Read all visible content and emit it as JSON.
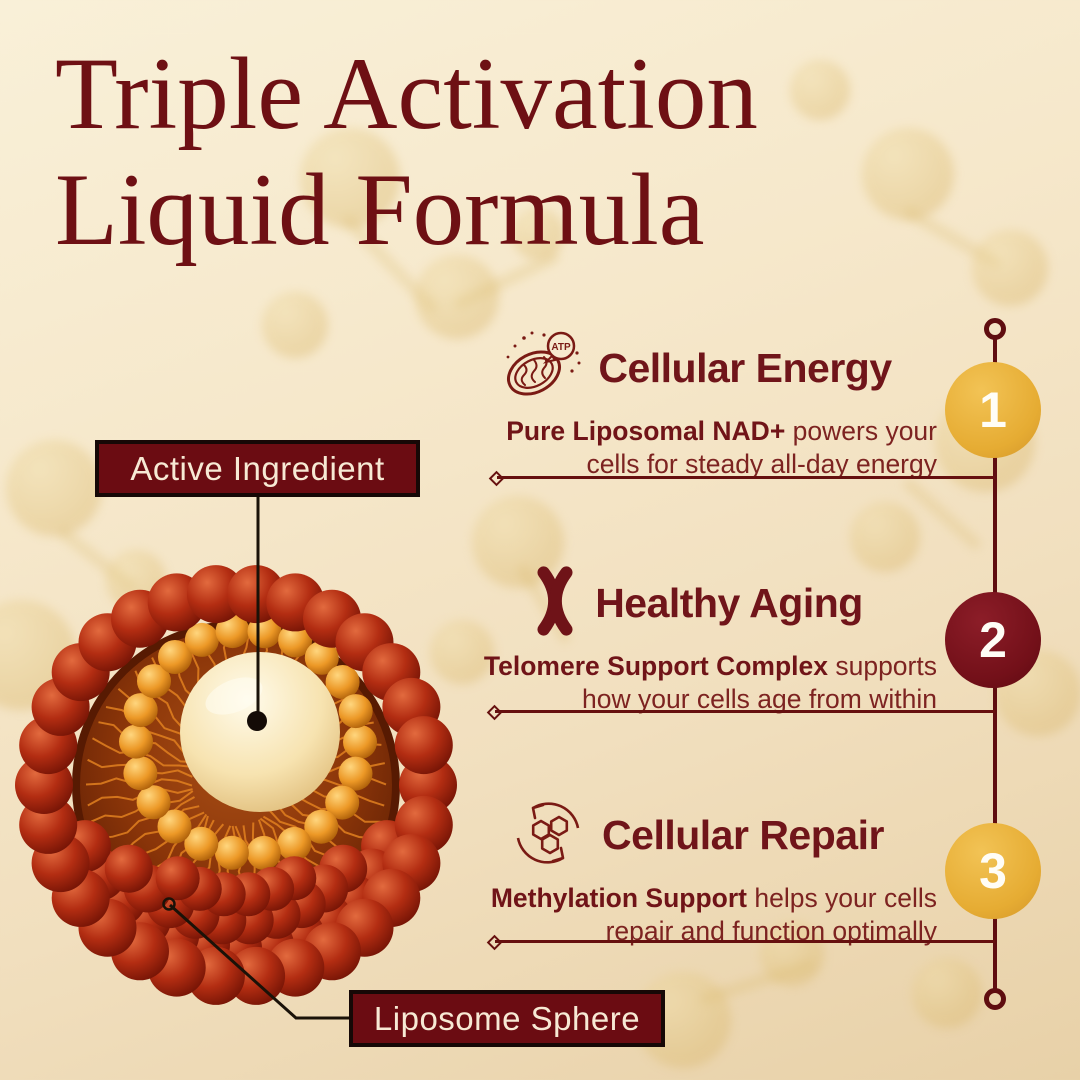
{
  "palette": {
    "background_top": "#F9F0D8",
    "background_bottom": "#E8D1A8",
    "maroon": "#6E1014",
    "heading_maroon": "#70151A",
    "body_text": "#7D2321",
    "gold_badge": "#E6AC33",
    "dark_red_badge": "#731019",
    "label_box_fill": "#6B0C12",
    "label_text": "#F7E9D4",
    "badge_number_color": "#FFFDF6"
  },
  "title": {
    "line1": "Triple Activation",
    "line2": "Liquid Formula"
  },
  "liposome": {
    "active_ingredient_label": "Active Ingredient",
    "liposome_sphere_label": "Liposome Sphere"
  },
  "features": [
    {
      "number": "1",
      "icon": "mitochondria-atp-icon",
      "icon_label": "ATP",
      "heading": "Cellular Energy",
      "description_bold": "Pure Liposomal NAD+",
      "description_after_bold": " powers your",
      "description_line2": "cells for steady all-day energy",
      "badge_style": "gold"
    },
    {
      "number": "2",
      "icon": "chromosome-icon",
      "heading": "Healthy Aging",
      "description_bold": "Telomere Support Complex",
      "description_after_bold": " supports",
      "description_line2": "how your cells age from within",
      "badge_style": "dark-red"
    },
    {
      "number": "3",
      "icon": "hexagon-recycle-icon",
      "heading": "Cellular Repair",
      "description_bold": "Methylation Support",
      "description_after_bold": " helps your cells",
      "description_line2": "repair and function optimally",
      "badge_style": "gold"
    }
  ]
}
